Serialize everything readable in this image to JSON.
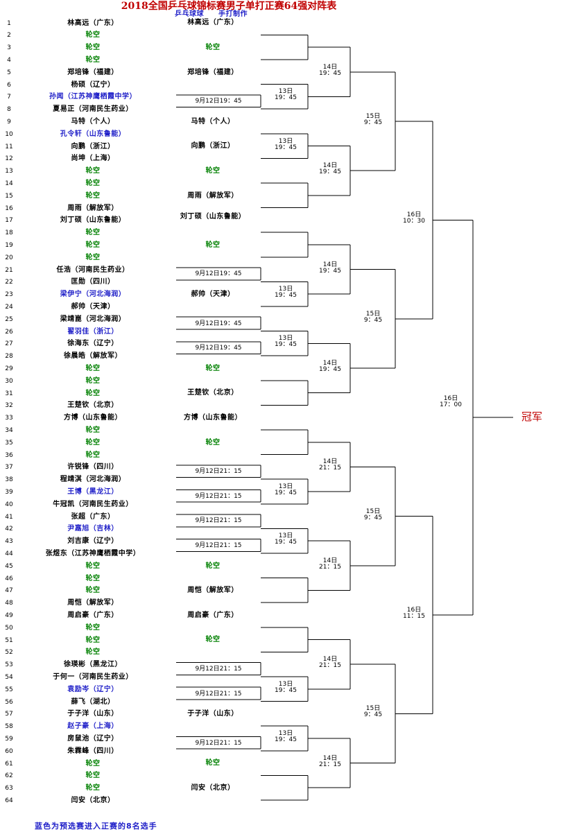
{
  "title": "2018全国乒乓球锦标赛男子单打正赛64强对阵表",
  "subtitle": "乒乓球球　　手打制作",
  "footnote": "蓝色为预选赛进入正赛的8名选手",
  "champion": "冠军",
  "colors": {
    "title": "#c00000",
    "blue": "#1f1fc8",
    "bye": "#008000",
    "text": "#000000"
  },
  "players": [
    {
      "seed": "1",
      "name": "林高远（广东）",
      "type": "normal"
    },
    {
      "seed": "2",
      "name": "轮空",
      "type": "bye"
    },
    {
      "seed": "3",
      "name": "轮空",
      "type": "bye"
    },
    {
      "seed": "4",
      "name": "轮空",
      "type": "bye"
    },
    {
      "seed": "5",
      "name": "郑培锋（福建）",
      "type": "normal"
    },
    {
      "seed": "6",
      "name": "杨硕（辽宁）",
      "type": "normal"
    },
    {
      "seed": "7",
      "name": "孙闻（江苏神鹰栖霞中学）",
      "type": "blue"
    },
    {
      "seed": "8",
      "name": "夏易正（河南民生药业）",
      "type": "normal"
    },
    {
      "seed": "9",
      "name": "马特（个人）",
      "type": "normal"
    },
    {
      "seed": "10",
      "name": "孔令轩（山东鲁能）",
      "type": "blue"
    },
    {
      "seed": "11",
      "name": "向鹏（浙江）",
      "type": "normal"
    },
    {
      "seed": "12",
      "name": "尚坤（上海）",
      "type": "normal"
    },
    {
      "seed": "13",
      "name": "轮空",
      "type": "bye"
    },
    {
      "seed": "14",
      "name": "轮空",
      "type": "bye"
    },
    {
      "seed": "15",
      "name": "轮空",
      "type": "bye"
    },
    {
      "seed": "16",
      "name": "周雨（解放军）",
      "type": "normal"
    },
    {
      "seed": "17",
      "name": "刘丁硕（山东鲁能）",
      "type": "normal"
    },
    {
      "seed": "18",
      "name": "轮空",
      "type": "bye"
    },
    {
      "seed": "19",
      "name": "轮空",
      "type": "bye"
    },
    {
      "seed": "20",
      "name": "轮空",
      "type": "bye"
    },
    {
      "seed": "21",
      "name": "任浩（河南民生药业）",
      "type": "normal"
    },
    {
      "seed": "22",
      "name": "匡勋（四川）",
      "type": "normal"
    },
    {
      "seed": "23",
      "name": "梁伊宁（河北海润）",
      "type": "blue"
    },
    {
      "seed": "24",
      "name": "郝帅（天津）",
      "type": "normal"
    },
    {
      "seed": "25",
      "name": "梁靖崑（河北海润）",
      "type": "normal"
    },
    {
      "seed": "26",
      "name": "翟羽佳（浙江）",
      "type": "blue"
    },
    {
      "seed": "27",
      "name": "徐海东（辽宁）",
      "type": "normal"
    },
    {
      "seed": "28",
      "name": "徐晨皓（解放军）",
      "type": "normal"
    },
    {
      "seed": "29",
      "name": "轮空",
      "type": "bye"
    },
    {
      "seed": "30",
      "name": "轮空",
      "type": "bye"
    },
    {
      "seed": "31",
      "name": "轮空",
      "type": "bye"
    },
    {
      "seed": "32",
      "name": "王楚钦（北京）",
      "type": "normal"
    },
    {
      "seed": "33",
      "name": "方博（山东鲁能）",
      "type": "normal"
    },
    {
      "seed": "34",
      "name": "轮空",
      "type": "bye"
    },
    {
      "seed": "35",
      "name": "轮空",
      "type": "bye"
    },
    {
      "seed": "36",
      "name": "轮空",
      "type": "bye"
    },
    {
      "seed": "37",
      "name": "许锐锋（四川）",
      "type": "normal"
    },
    {
      "seed": "38",
      "name": "程靖淇（河北海润）",
      "type": "normal"
    },
    {
      "seed": "39",
      "name": "王博（黑龙江）",
      "type": "blue"
    },
    {
      "seed": "40",
      "name": "牛冠凯（河南民生药业）",
      "type": "normal"
    },
    {
      "seed": "41",
      "name": "张超（广东）",
      "type": "normal"
    },
    {
      "seed": "42",
      "name": "尹嘉旭（吉林）",
      "type": "blue"
    },
    {
      "seed": "43",
      "name": "刘吉康（辽宁）",
      "type": "normal"
    },
    {
      "seed": "44",
      "name": "张煜东（江苏神鹰栖霞中学）",
      "type": "normal"
    },
    {
      "seed": "45",
      "name": "轮空",
      "type": "bye"
    },
    {
      "seed": "46",
      "name": "轮空",
      "type": "bye"
    },
    {
      "seed": "47",
      "name": "轮空",
      "type": "bye"
    },
    {
      "seed": "48",
      "name": "周恺（解放军）",
      "type": "normal"
    },
    {
      "seed": "49",
      "name": "周启豪（广东）",
      "type": "normal"
    },
    {
      "seed": "50",
      "name": "轮空",
      "type": "bye"
    },
    {
      "seed": "51",
      "name": "轮空",
      "type": "bye"
    },
    {
      "seed": "52",
      "name": "轮空",
      "type": "bye"
    },
    {
      "seed": "53",
      "name": "徐瑛彬（黑龙江）",
      "type": "normal"
    },
    {
      "seed": "54",
      "name": "于何一（河南民生药业）",
      "type": "normal"
    },
    {
      "seed": "55",
      "name": "袁励岑（辽宁）",
      "type": "blue"
    },
    {
      "seed": "56",
      "name": "薛飞（湖北）",
      "type": "normal"
    },
    {
      "seed": "57",
      "name": "于子洋（山东）",
      "type": "normal"
    },
    {
      "seed": "58",
      "name": "赵子豪（上海）",
      "type": "blue"
    },
    {
      "seed": "59",
      "name": "房鼠池（辽宁）",
      "type": "normal"
    },
    {
      "seed": "60",
      "name": "朱霖峰（四川）",
      "type": "normal"
    },
    {
      "seed": "61",
      "name": "轮空",
      "type": "bye"
    },
    {
      "seed": "62",
      "name": "轮空",
      "type": "bye"
    },
    {
      "seed": "63",
      "name": "轮空",
      "type": "bye"
    },
    {
      "seed": "64",
      "name": "闫安（北京）",
      "type": "normal"
    }
  ],
  "round2": [
    {
      "label": "林高远（广东）",
      "type": "name"
    },
    {
      "label": "轮空",
      "type": "bye"
    },
    {
      "label": "郑培锋（福建）",
      "type": "name"
    },
    {
      "label": "9月12日19：45",
      "type": "time"
    },
    {
      "label": "马特（个人）",
      "type": "name"
    },
    {
      "label": "向鹏（浙江）",
      "type": "name"
    },
    {
      "label": "轮空",
      "type": "bye"
    },
    {
      "label": "周雨（解放军）",
      "type": "name"
    },
    {
      "label": "刘丁硕（山东鲁能）",
      "type": "name"
    },
    {
      "label": "轮空",
      "type": "bye"
    },
    {
      "label": "9月12日19：45",
      "type": "time"
    },
    {
      "label": "郝帅（天津）",
      "type": "name"
    },
    {
      "label": "9月12日19：45",
      "type": "time"
    },
    {
      "label": "9月12日19：45",
      "type": "time"
    },
    {
      "label": "轮空",
      "type": "bye"
    },
    {
      "label": "王楚钦（北京）",
      "type": "name"
    },
    {
      "label": "方博（山东鲁能）",
      "type": "name"
    },
    {
      "label": "轮空",
      "type": "bye"
    },
    {
      "label": "9月12日21：15",
      "type": "time"
    },
    {
      "label": "9月12日21：15",
      "type": "time"
    },
    {
      "label": "9月12日21：15",
      "type": "time"
    },
    {
      "label": "9月12日21：15",
      "type": "time"
    },
    {
      "label": "轮空",
      "type": "bye"
    },
    {
      "label": "周恺（解放军）",
      "type": "name"
    },
    {
      "label": "周启豪（广东）",
      "type": "name"
    },
    {
      "label": "轮空",
      "type": "bye"
    },
    {
      "label": "9月12日21：15",
      "type": "time"
    },
    {
      "label": "9月12日21：15",
      "type": "time"
    },
    {
      "label": "于子洋（山东）",
      "type": "name"
    },
    {
      "label": "9月12日21：15",
      "type": "time"
    },
    {
      "label": "轮空",
      "type": "bye"
    },
    {
      "label": "闫安（北京）",
      "type": "name"
    }
  ],
  "round3": [
    {
      "day": "",
      "time": ""
    },
    {
      "day": "13日",
      "time": "19：45"
    },
    {
      "day": "13日",
      "time": "19：45"
    },
    {
      "day": "",
      "time": ""
    },
    {
      "day": "",
      "time": ""
    },
    {
      "day": "13日",
      "time": "19：45"
    },
    {
      "day": "13日",
      "time": "19：45"
    },
    {
      "day": "",
      "time": ""
    },
    {
      "day": "",
      "time": ""
    },
    {
      "day": "13日",
      "time": "19：45"
    },
    {
      "day": "13日",
      "time": "19：45"
    },
    {
      "day": "",
      "time": ""
    },
    {
      "day": "",
      "time": ""
    },
    {
      "day": "13日",
      "time": "19：45"
    },
    {
      "day": "13日",
      "time": "19：45"
    },
    {
      "day": "",
      "time": ""
    }
  ],
  "round4": [
    {
      "day": "14日",
      "time": "19：45"
    },
    {
      "day": "14日",
      "time": "19：45"
    },
    {
      "day": "14日",
      "time": "19：45"
    },
    {
      "day": "14日",
      "time": "19：45"
    },
    {
      "day": "14日",
      "time": "21：15"
    },
    {
      "day": "14日",
      "time": "21：15"
    },
    {
      "day": "14日",
      "time": "21：15"
    },
    {
      "day": "14日",
      "time": "21：15"
    }
  ],
  "round5": [
    {
      "day": "15日",
      "time": "9：45"
    },
    {
      "day": "15日",
      "time": "9：45"
    },
    {
      "day": "15日",
      "time": "9：45"
    },
    {
      "day": "15日",
      "time": "9：45"
    }
  ],
  "round6": [
    {
      "day": "16日",
      "time": "10：30"
    },
    {
      "day": "16日",
      "time": "11：15"
    }
  ],
  "final": {
    "day": "16日",
    "time": "17：00"
  }
}
